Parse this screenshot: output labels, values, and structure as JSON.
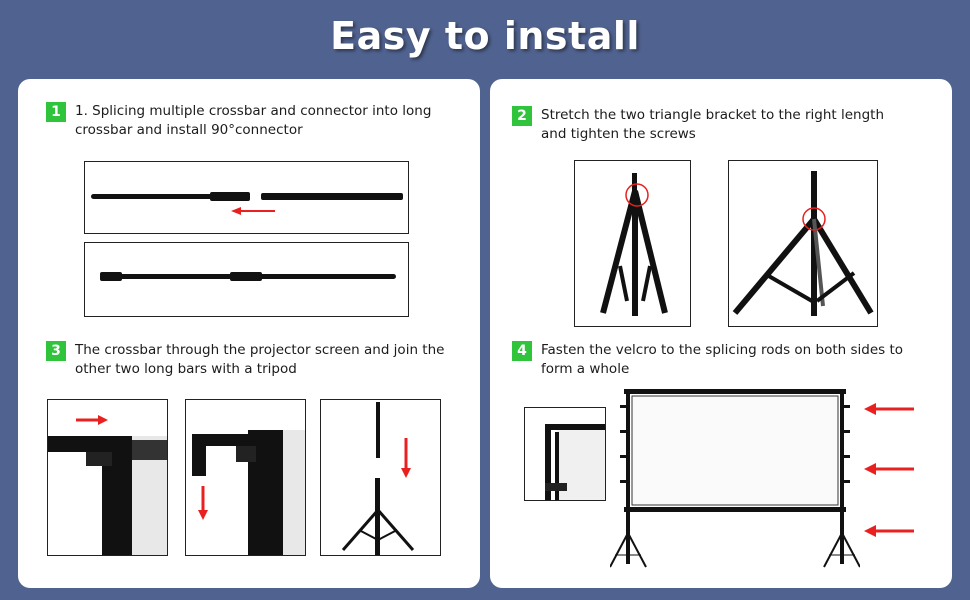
{
  "page": {
    "title": "Easy to install"
  },
  "colors": {
    "background": "#50628f",
    "badge": "#2fc43c",
    "arrow": "#e8201f"
  },
  "steps": [
    {
      "number": "1",
      "text_line1": "1. Splicing multiple crossbar and connector into long",
      "text_line2": "crossbar and install 90°connector"
    },
    {
      "number": "2",
      "text_line1": "Stretch the two triangle bracket to the right length",
      "text_line2": "and tighten the screws"
    },
    {
      "number": "3",
      "text_line1": "The crossbar through the projector screen and join the",
      "text_line2": "other two long bars with a tripod"
    },
    {
      "number": "4",
      "text_line1": "Fasten the velcro to the splicing rods on both sides to",
      "text_line2": "form a whole"
    }
  ]
}
